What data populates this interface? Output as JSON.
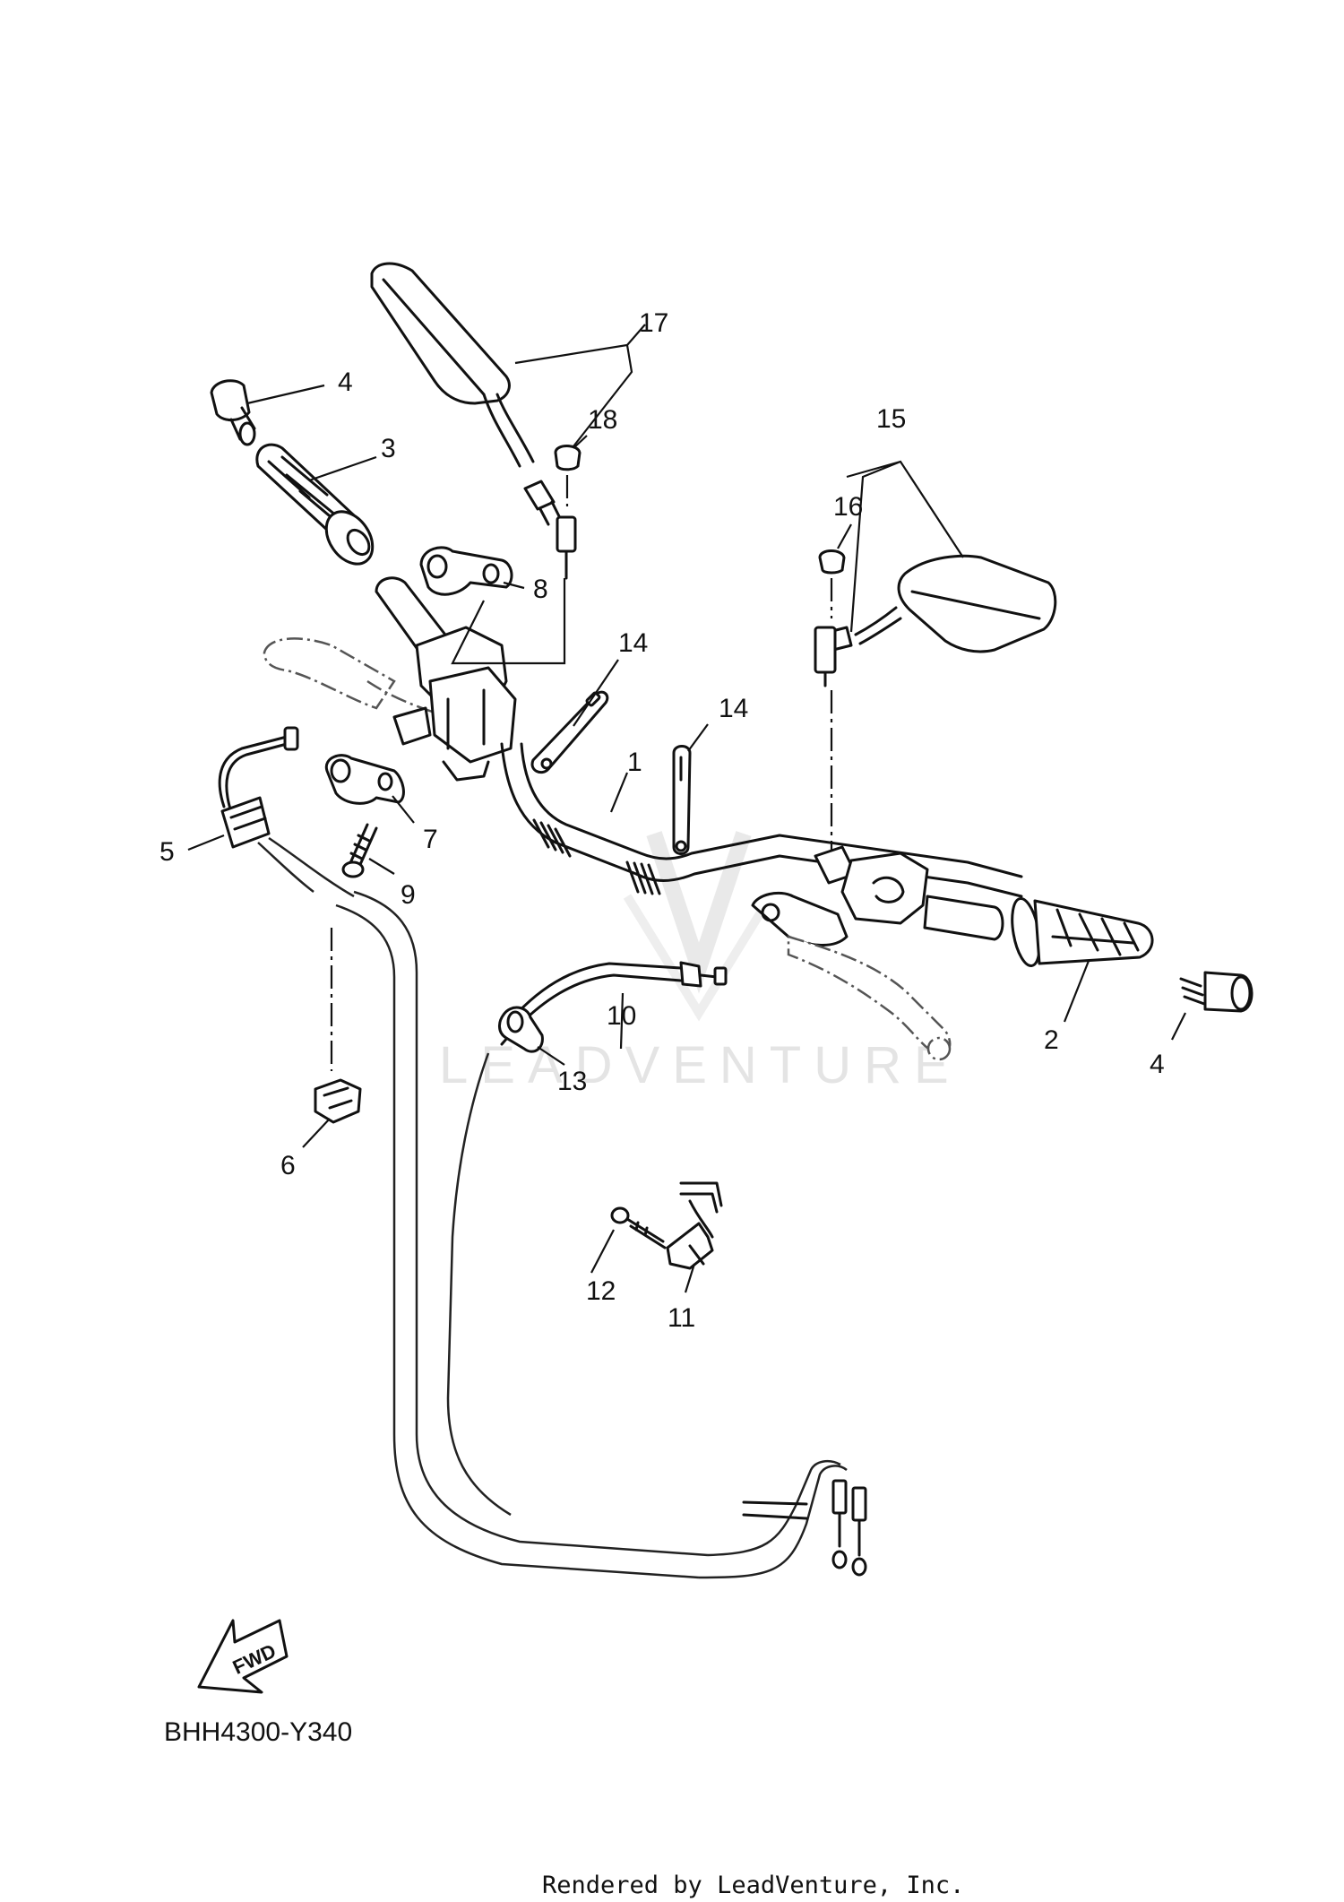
{
  "callouts": [
    {
      "id": "c1",
      "text": "1"
    },
    {
      "id": "c2",
      "text": "2"
    },
    {
      "id": "c3",
      "text": "3"
    },
    {
      "id": "c4a",
      "text": "4"
    },
    {
      "id": "c4b",
      "text": "4"
    },
    {
      "id": "c5",
      "text": "5"
    },
    {
      "id": "c6",
      "text": "6"
    },
    {
      "id": "c7",
      "text": "7"
    },
    {
      "id": "c8",
      "text": "8"
    },
    {
      "id": "c9",
      "text": "9"
    },
    {
      "id": "c10",
      "text": "10"
    },
    {
      "id": "c11",
      "text": "11"
    },
    {
      "id": "c12",
      "text": "12"
    },
    {
      "id": "c13",
      "text": "13"
    },
    {
      "id": "c14a",
      "text": "14"
    },
    {
      "id": "c14b",
      "text": "14"
    },
    {
      "id": "c15",
      "text": "15"
    },
    {
      "id": "c16",
      "text": "16"
    },
    {
      "id": "c17",
      "text": "17"
    },
    {
      "id": "c18",
      "text": "18"
    }
  ],
  "watermark": "LEADVENTURE",
  "fwd_label": "FWD",
  "diagram_code": "BHH4300-Y340",
  "rendered_by": "Rendered by LeadVenture, Inc."
}
